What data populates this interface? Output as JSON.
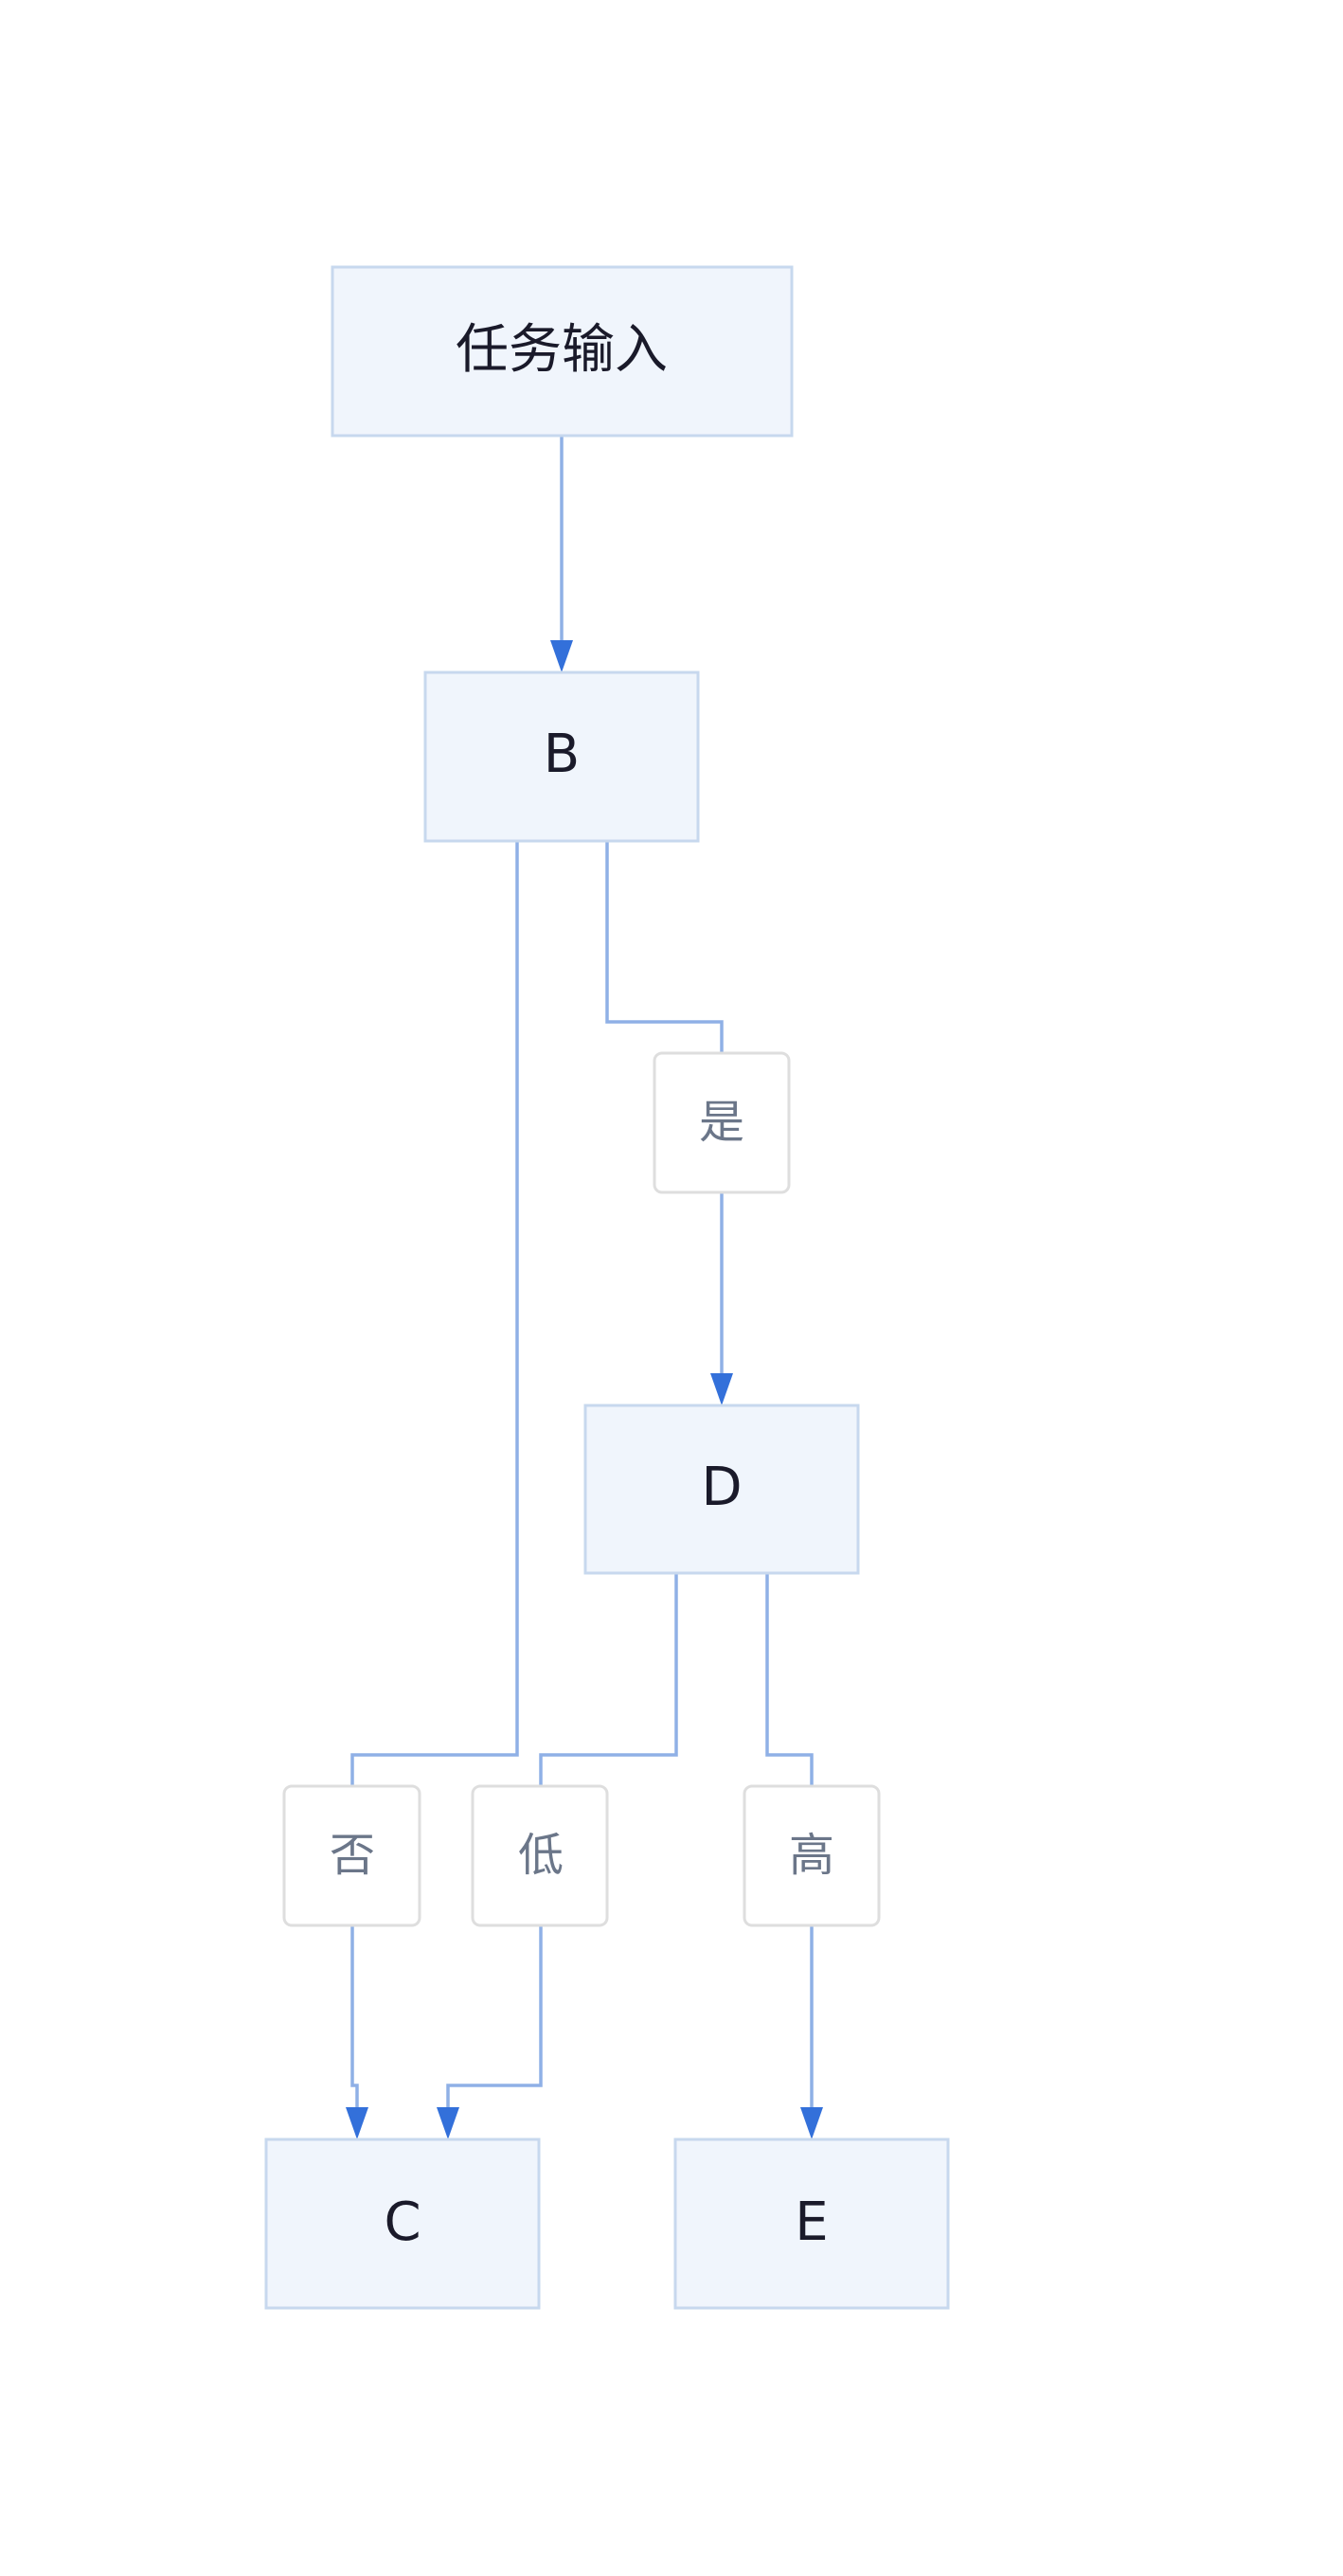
{
  "nodes": {
    "input": "任务输入",
    "b": "B",
    "c": "C",
    "d": "D",
    "e": "E"
  },
  "edge_labels": {
    "yes": "是",
    "no": "否",
    "low": "低",
    "high": "高"
  },
  "colors": {
    "node_fill": "#f0f5fc",
    "node_border": "#c7d8ee",
    "edge_line": "#8fb0e6",
    "arrowhead": "#3370da",
    "node_text": "#1a1a2a",
    "label_text": "#6b7689",
    "label_border": "#dedede"
  }
}
